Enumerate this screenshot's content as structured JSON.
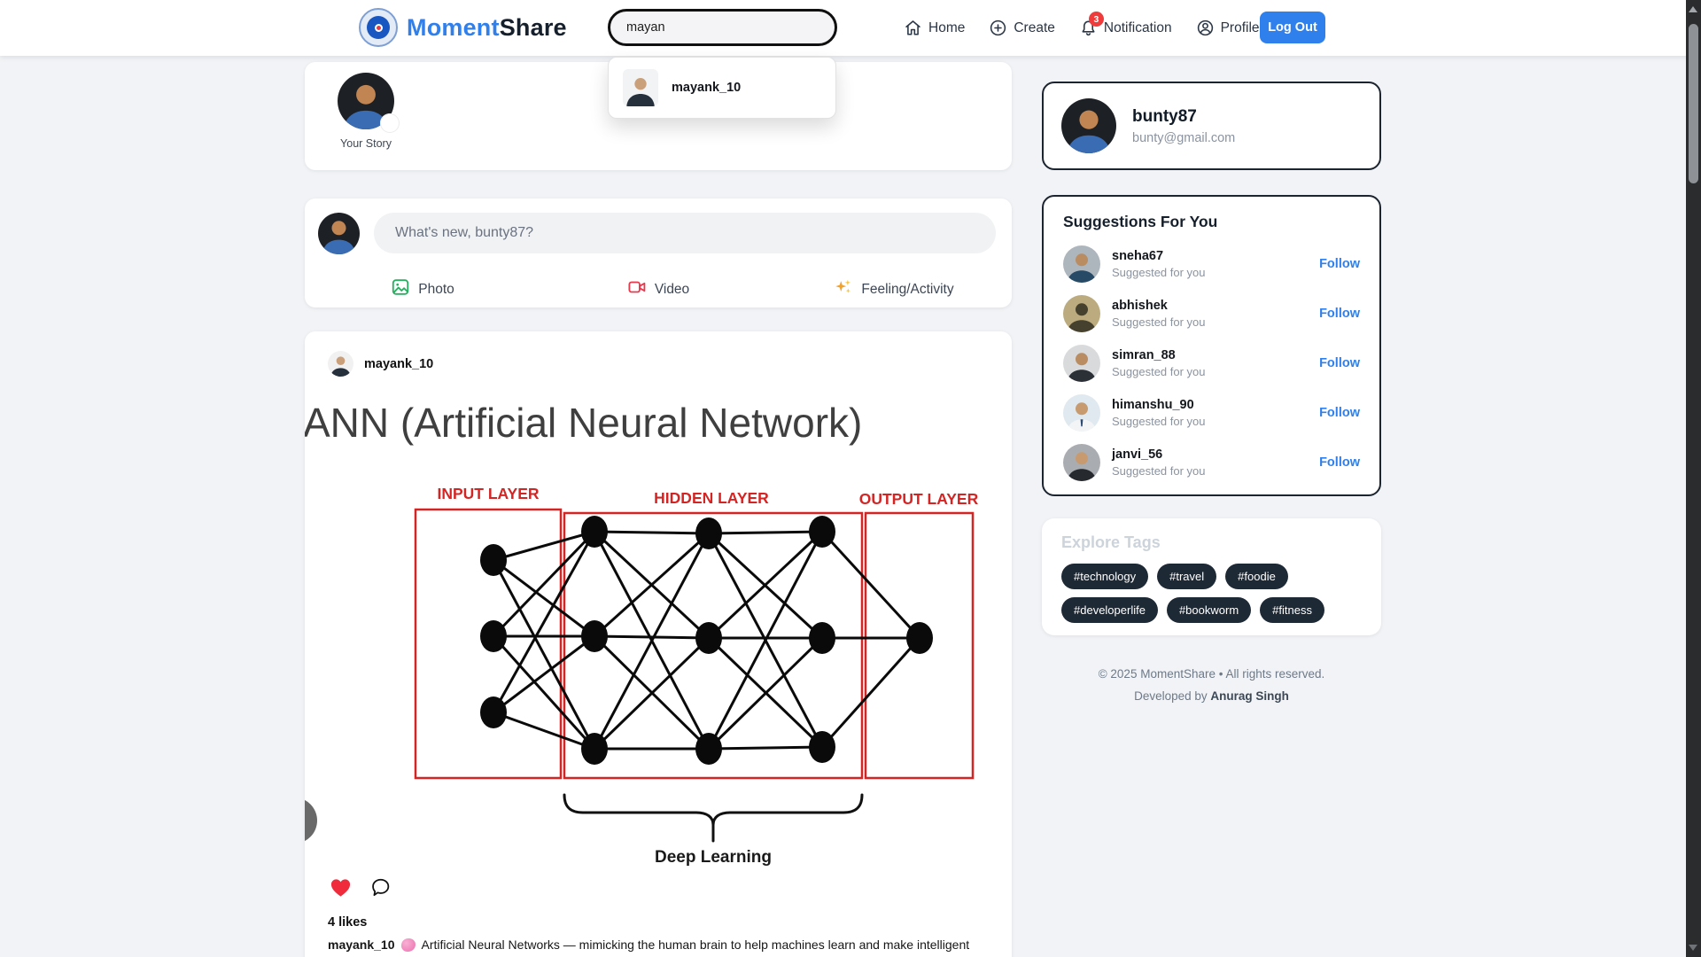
{
  "navbar": {
    "brand_primary": "Moment",
    "brand_secondary": "Share",
    "search_value": "mayan",
    "home_label": "Home",
    "create_label": "Create",
    "notification_label": "Notification",
    "notification_badge": "3",
    "profile_label": "Profile",
    "logout_label": "Log Out"
  },
  "search_dropdown": {
    "result_username": "mayank_10"
  },
  "stories": {
    "your_story": "Your Story"
  },
  "composer": {
    "placeholder": "What's new, bunty87?",
    "photo_label": "Photo",
    "video_label": "Video",
    "feeling_label": "Feeling/Activity"
  },
  "post": {
    "username": "mayank_10",
    "slide_title": "ANN (Artificial Neural Network)",
    "diagram": {
      "input_label": "INPUT LAYER",
      "hidden_label": "HIDDEN LAYER",
      "output_label": "OUTPUT LAYER",
      "brace_label": "Deep Learning"
    },
    "likes": "4 likes",
    "caption_username": "mayank_10",
    "caption_emoji_icon": "pink-brain",
    "caption_text": "Artificial Neural Networks — mimicking the human brain to help machines learn and make intelligent"
  },
  "profile_card": {
    "username": "bunty87",
    "email": "bunty@gmail.com"
  },
  "suggestions": {
    "title": "Suggestions For You",
    "subtitle": "Suggested for you",
    "follow_label": "Follow",
    "users": [
      {
        "username": "sneha67"
      },
      {
        "username": "abhishek"
      },
      {
        "username": "simran_88"
      },
      {
        "username": "himanshu_90"
      },
      {
        "username": "janvi_56"
      }
    ]
  },
  "explore": {
    "title": "Explore Tags",
    "tags": [
      "#technology",
      "#travel",
      "#foodie",
      "#developerlife",
      "#bookworm",
      "#fitness"
    ]
  },
  "footer": {
    "copyright": "© 2025 MomentShare • All rights reserved.",
    "developed_prefix": "Developed by",
    "developer": "Anurag Singh"
  },
  "colors": {
    "accent_blue": "#2f80ed",
    "badge_red": "#ef3b3b",
    "diagram_red": "#d42525",
    "heart_red": "#f02b3c",
    "tag_bg": "#1e2936"
  }
}
